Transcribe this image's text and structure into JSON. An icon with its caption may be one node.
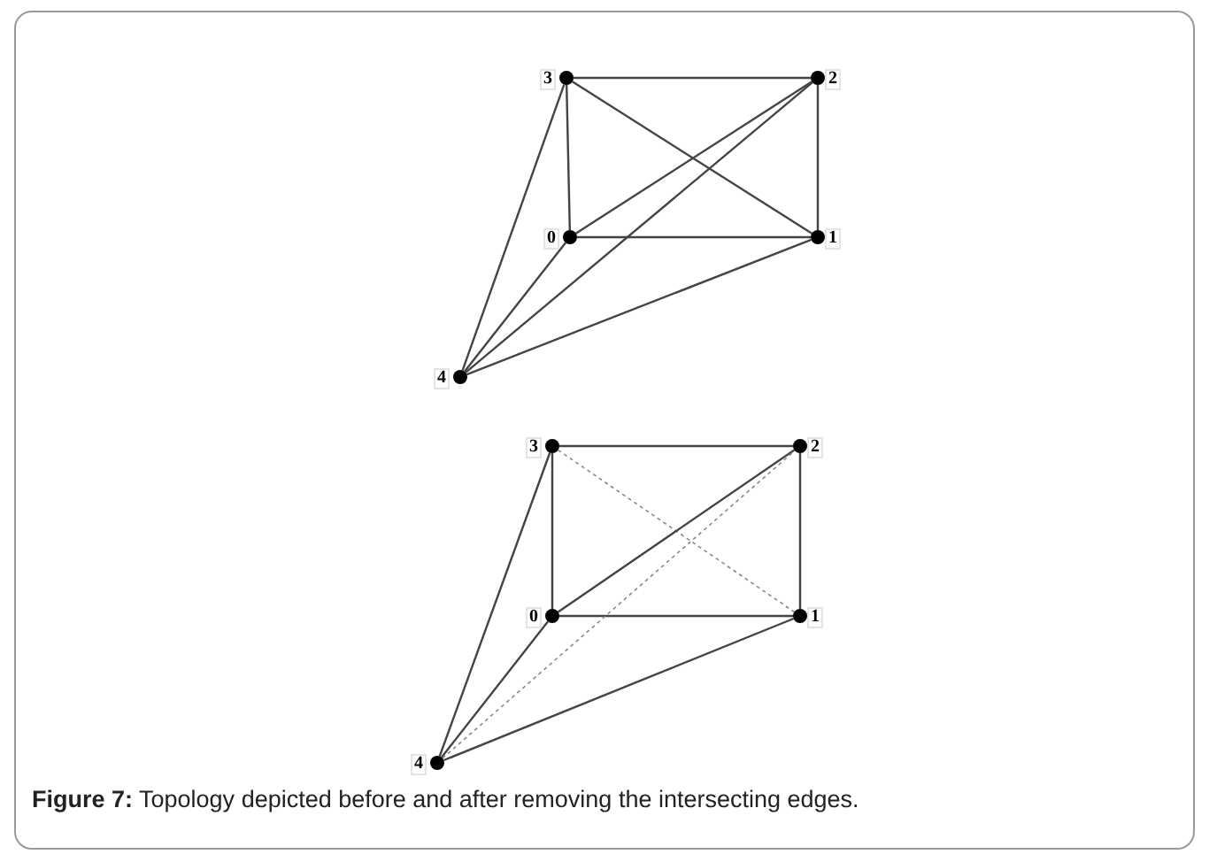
{
  "diagram": {
    "caption": "**Figure 7:** Topology depicted before and after removing the intersecting edges.",
    "nodes": [
      {
        "text": [],
        "shape": "circle",
        "beside": [
          "3"
        ]
      },
      {
        "text": [],
        "shape": "circle",
        "beside": [
          "2"
        ]
      },
      {
        "text": [],
        "shape": "circle",
        "beside": [
          "0"
        ]
      },
      {
        "text": [],
        "shape": "circle",
        "beside": [
          "1"
        ]
      },
      {
        "text": [],
        "shape": "circle",
        "beside": [
          "4"
        ]
      },
      {
        "text": [],
        "shape": "circle",
        "beside": [
          "3"
        ]
      },
      {
        "text": [],
        "shape": "circle",
        "beside": [
          "2"
        ]
      },
      {
        "text": [],
        "shape": "circle",
        "beside": [
          "0"
        ]
      },
      {
        "text": [],
        "shape": "circle",
        "beside": [
          "1"
        ]
      },
      {
        "text": [],
        "shape": "circle",
        "beside": [
          "4"
        ]
      }
    ],
    "edges": [
      {
        "from": 0,
        "to": 1,
        "arrow": "none"
      },
      {
        "from": 0,
        "to": 2,
        "arrow": "none"
      },
      {
        "from": 1,
        "to": 3,
        "arrow": "none"
      },
      {
        "from": 2,
        "to": 3,
        "arrow": "none"
      },
      {
        "from": 0,
        "to": 3,
        "arrow": "none"
      },
      {
        "from": 2,
        "to": 1,
        "arrow": "none"
      },
      {
        "from": 4,
        "to": 0,
        "arrow": "none"
      },
      {
        "from": 4,
        "to": 2,
        "arrow": "none"
      },
      {
        "from": 4,
        "to": 1,
        "arrow": "none"
      },
      {
        "from": 4,
        "to": 3,
        "arrow": "none"
      },
      {
        "from": 5,
        "to": 6,
        "arrow": "none"
      },
      {
        "from": 5,
        "to": 7,
        "arrow": "none"
      },
      {
        "from": 6,
        "to": 8,
        "arrow": "none"
      },
      {
        "from": 7,
        "to": 8,
        "arrow": "none"
      },
      {
        "from": 5,
        "to": 8,
        "arrow": "none",
        "style": "dashed"
      },
      {
        "from": 7,
        "to": 6,
        "arrow": "none"
      },
      {
        "from": 9,
        "to": 5,
        "arrow": "none"
      },
      {
        "from": 9,
        "to": 7,
        "arrow": "none"
      },
      {
        "from": 9,
        "to": 6,
        "arrow": "none",
        "style": "dashed"
      },
      {
        "from": 9,
        "to": 8,
        "arrow": "none"
      }
    ]
  }
}
